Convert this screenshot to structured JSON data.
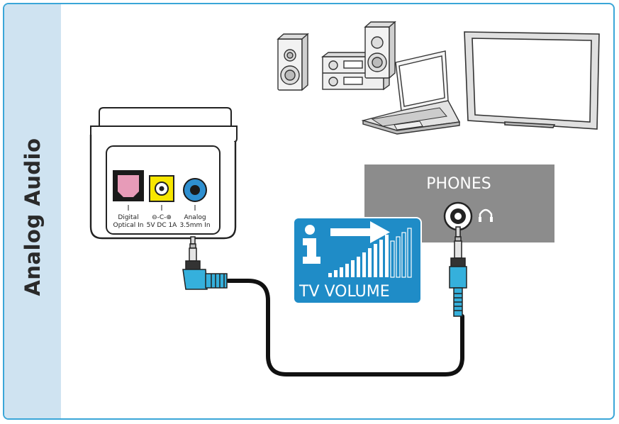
{
  "sidebar": {
    "title": "Analog Audio"
  },
  "device": {
    "optical_label_1": "Digital",
    "optical_label_2": "Optical In",
    "power_symbol": "⊖-C-⊕",
    "power_label": "5V DC  1A",
    "analog_label_1": "Analog",
    "analog_label_2": "3.5mm In"
  },
  "tv_panel": {
    "title": "PHONES"
  },
  "volume_badge": {
    "info_glyph": "i",
    "label": "TV VOLUME"
  },
  "colors": {
    "sidebar_bg": "#cfe3f1",
    "frame_border": "#3aa6d8",
    "badge_blue": "#1f8cc7",
    "panel_gray": "#8c8c8c",
    "optical_pink": "#e79bb8",
    "power_yellow": "#f7e600",
    "jack_blue": "#2e8fd0",
    "plug_blue": "#35b0dc"
  }
}
